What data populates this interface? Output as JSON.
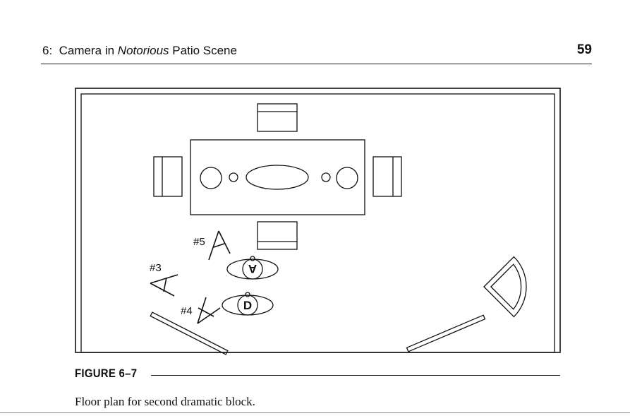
{
  "header": {
    "chapter_prefix": "6:",
    "title_before": "Camera in",
    "title_italic": "Notorious",
    "title_after": "Patio Scene",
    "page_number": "59"
  },
  "figure": {
    "label": "FIGURE 6–7",
    "caption": "Floor plan for second dramatic block.",
    "cameras": [
      {
        "label": "#5"
      },
      {
        "label": "#3"
      },
      {
        "label": "#4"
      }
    ],
    "actors": [
      {
        "label": "A"
      },
      {
        "label": "D"
      }
    ]
  }
}
